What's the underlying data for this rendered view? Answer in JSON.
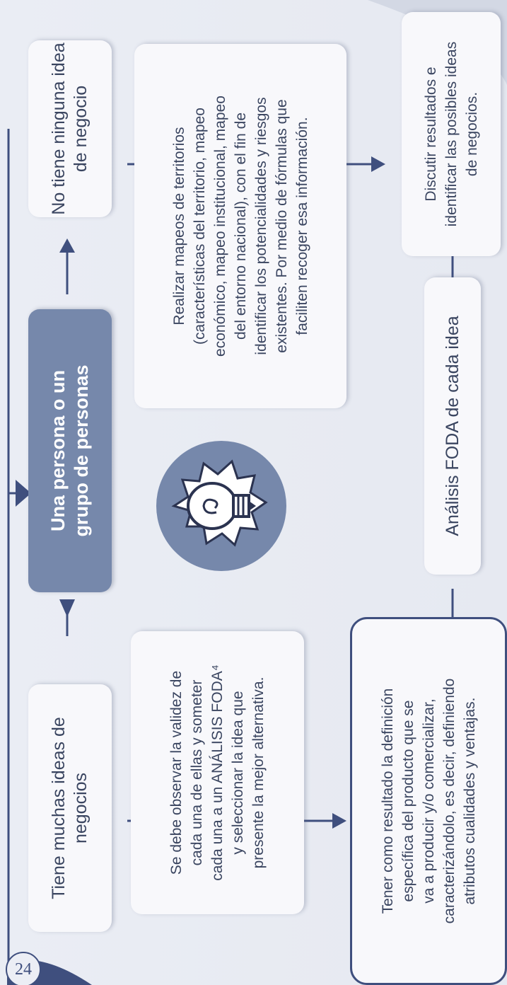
{
  "page_number": "24",
  "root": {
    "text": "Una persona o un\ngrupo de personas"
  },
  "branch_left": {
    "title": "Tiene muchas ideas de\nnegocios",
    "step1": "Se debe observar la validez de\ncada una de ellas y someter\ncada una a un ANÁLISIS FODA⁴\ny seleccionar la idea que\npresente la mejor alternativa."
  },
  "branch_right": {
    "title": "No tiene ninguna idea\nde negocio",
    "step1": "Realizar mapeos de territorios\n(características del territorio, mapeo\neconómico, mapeo institucional, mapeo\ndel entorno nacional), con el fin de\nidentificar los potencialidades y riesgos\nexistentes. Por medio de fórmulas que\nfaciliten recoger esa información.",
    "step2": "Discutir resultados e\nidentificar las posibles ideas\nde negocios.",
    "step3": "Análisis FODA de cada idea"
  },
  "result": {
    "text": "Tener como resultado la definición\nespecífica del producto que se\nva a producir y/o comercializar,\ncaracterizándolo, es decir, definiendo\natributos cualidades y ventajas."
  },
  "icons": [
    "lightbulb-icon"
  ],
  "colors": {
    "dark_blue": "#3f4f7e",
    "mid_blue": "#7688ab",
    "box_bg": "#f8f8fb",
    "page_bg": "#e9ecf3"
  }
}
